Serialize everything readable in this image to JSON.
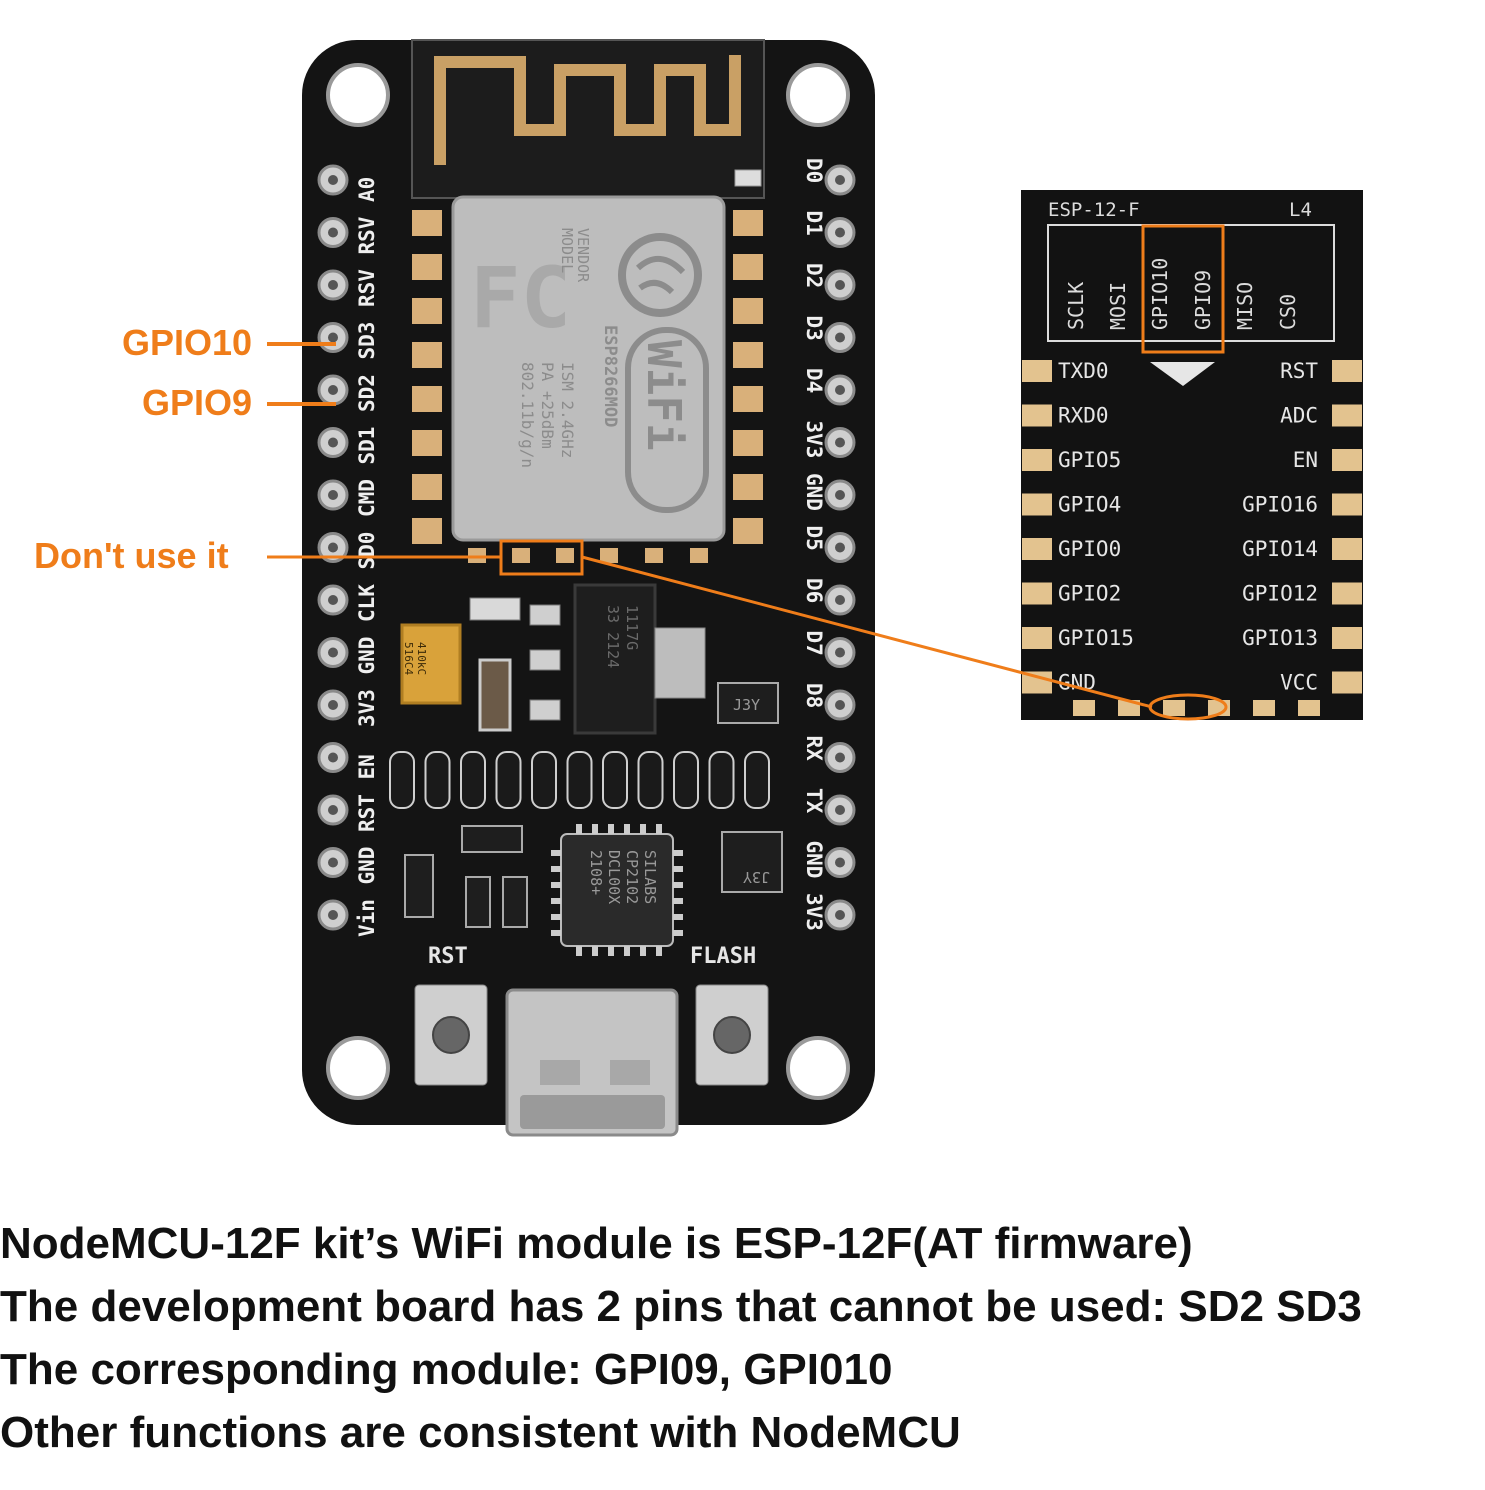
{
  "accent_color": "#ef7d1a",
  "callouts": {
    "gpio10": "GPIO10",
    "gpio9": "GPIO9",
    "dont_use": "Don't use it"
  },
  "board": {
    "left_pins": [
      "A0",
      "RSV",
      "RSV",
      "SD3",
      "SD2",
      "SD1",
      "CMD",
      "SD0",
      "CLK",
      "GND",
      "3V3",
      "EN",
      "RST",
      "GND",
      "Vin"
    ],
    "right_pins": [
      "D0",
      "D1",
      "D2",
      "D3",
      "D4",
      "3V3",
      "GND",
      "D5",
      "D6",
      "D7",
      "D8",
      "RX",
      "TX",
      "GND",
      "3V3"
    ],
    "shield": {
      "fc_logo": "FC",
      "model": "MODEL",
      "vendor": "VENDOR",
      "model_value": "ESP8266MOD",
      "freq": "ISM 2.4GHz",
      "power": "PA +25dBm",
      "standard": "802.11b/g/n",
      "wifi_logo": "WiFi"
    },
    "regulator": [
      "1117G",
      "33 2124"
    ],
    "capacitor": [
      "410kC",
      "516C4"
    ],
    "usb_chip": [
      "SILABS",
      "CP2102",
      "DCL00X",
      "2108+"
    ],
    "transistor_label": "J3Y",
    "rst_label": "RST",
    "flash_label": "FLASH"
  },
  "module": {
    "title": "ESP-12-F",
    "revision": "L4",
    "top_pins": [
      "SCLK",
      "MOSI",
      "GPIO10",
      "GPIO9",
      "MISO",
      "CS0"
    ],
    "left_pins": [
      "TXD0",
      "RXD0",
      "GPIO5",
      "GPIO4",
      "GPIO0",
      "GPIO2",
      "GPIO15",
      "GND"
    ],
    "right_pins": [
      "RST",
      "ADC",
      "EN",
      "GPIO16",
      "GPIO14",
      "GPIO12",
      "GPIO13",
      "VCC"
    ]
  },
  "caption": {
    "line1": "NodeMCU-12F kit’s WiFi module is ESP-12F(AT firmware)",
    "line2": "The development board has 2 pins that cannot be used: SD2 SD3",
    "line3": "The corresponding module: GPI09, GPI010",
    "line4": "Other functions are consistent with NodeMCU"
  }
}
